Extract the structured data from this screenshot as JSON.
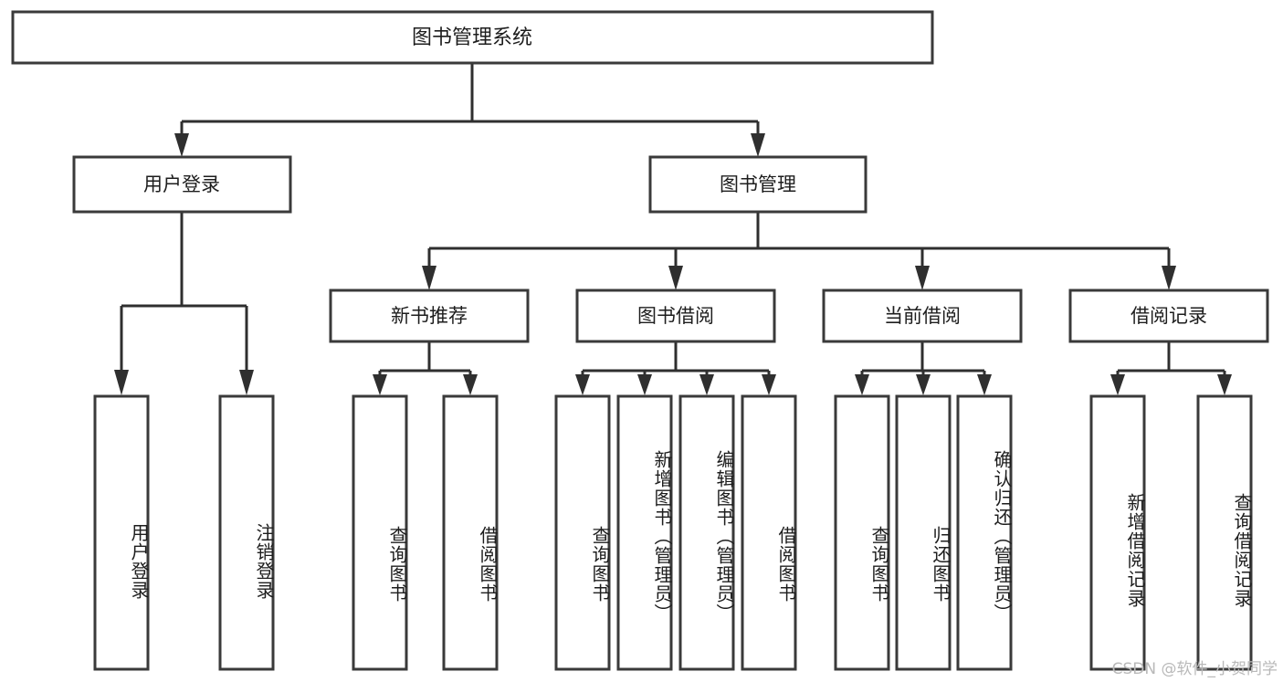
{
  "diagram": {
    "type": "tree-hierarchy",
    "title": "图书管理系统",
    "root": {
      "id": "root",
      "label": "图书管理系统"
    },
    "level1": [
      {
        "id": "user-login",
        "label": "用户登录"
      },
      {
        "id": "book-mgmt",
        "label": "图书管理"
      }
    ],
    "level2": [
      {
        "id": "new-book-rec",
        "label": "新书推荐",
        "parent": "book-mgmt"
      },
      {
        "id": "book-borrow",
        "label": "图书借阅",
        "parent": "book-mgmt"
      },
      {
        "id": "current-borrow",
        "label": "当前借阅",
        "parent": "book-mgmt"
      },
      {
        "id": "borrow-record",
        "label": "借阅记录",
        "parent": "book-mgmt"
      }
    ],
    "leaves": [
      {
        "id": "leaf-user-login",
        "label": "用户登录",
        "parent": "user-login"
      },
      {
        "id": "leaf-logout",
        "label": "注销登录",
        "parent": "user-login"
      },
      {
        "id": "leaf-query-book-1",
        "label": "查询图书",
        "parent": "new-book-rec"
      },
      {
        "id": "leaf-borrow-book-1",
        "label": "借阅图书",
        "parent": "new-book-rec"
      },
      {
        "id": "leaf-query-book-2",
        "label": "查询图书",
        "parent": "book-borrow"
      },
      {
        "id": "leaf-add-book",
        "label": "新增图书（管理员）",
        "parent": "book-borrow"
      },
      {
        "id": "leaf-edit-book",
        "label": "编辑图书（管理员）",
        "parent": "book-borrow"
      },
      {
        "id": "leaf-borrow-book-2",
        "label": "借阅图书",
        "parent": "book-borrow"
      },
      {
        "id": "leaf-query-book-3",
        "label": "查询图书",
        "parent": "current-borrow"
      },
      {
        "id": "leaf-return-book",
        "label": "归还图书",
        "parent": "current-borrow"
      },
      {
        "id": "leaf-confirm-return",
        "label": "确认归还（管理员）",
        "parent": "current-borrow"
      },
      {
        "id": "leaf-add-record",
        "label": "新增借阅记录",
        "parent": "borrow-record"
      },
      {
        "id": "leaf-query-record",
        "label": "查询借阅记录",
        "parent": "borrow-record"
      }
    ],
    "colors": {
      "box_fill": "#ffffff",
      "box_stroke": "#3a3a3a",
      "edge": "#2f2f2f",
      "text": "#1d1d1d",
      "background": "#ffffff",
      "watermark": "#b9b9b9"
    }
  },
  "watermark": {
    "text": "CSDN @软件_小贺同学"
  }
}
